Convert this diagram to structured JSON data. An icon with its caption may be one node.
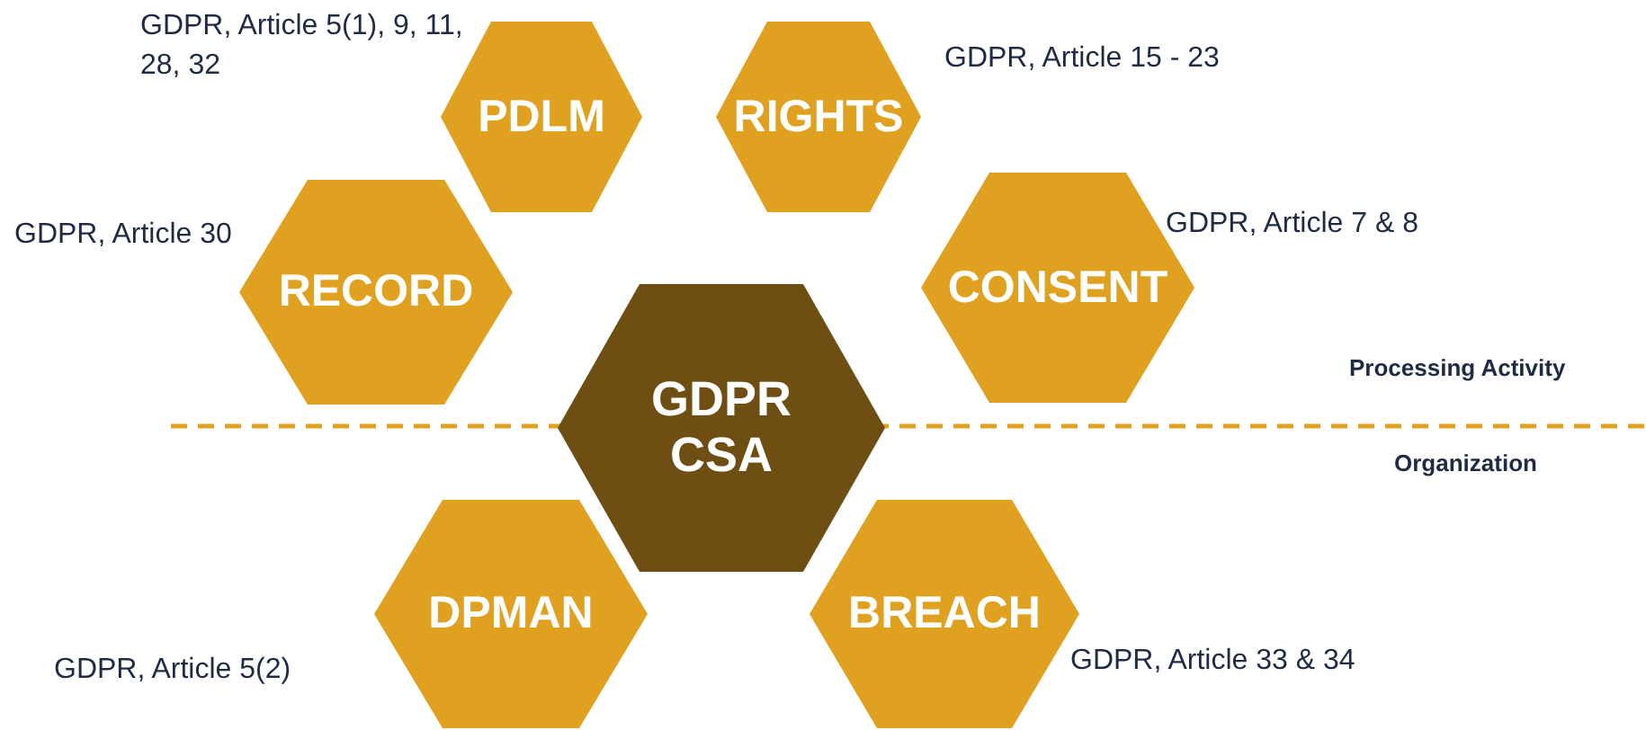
{
  "diagram": {
    "nodes": [
      {
        "text": [
          "PDLM"
        ],
        "beside": [
          "GDPR, Article 5(1), 9, 11, 28, 32"
        ]
      },
      {
        "text": [
          "RIGHTS"
        ],
        "beside": [
          "GDPR, Article 15 - 23"
        ]
      },
      {
        "text": [
          "RECORD"
        ],
        "beside": [
          "GDPR, Article 30"
        ]
      },
      {
        "text": [
          "CONSENT"
        ],
        "beside": [
          "GDPR, Article 7 & 8"
        ]
      },
      {
        "text": [
          "GDPR CSA"
        ]
      },
      {
        "text": [
          "DPMAN"
        ],
        "beside": [
          "GDPR, Article 5(2)"
        ]
      },
      {
        "text": [
          "BREACH"
        ],
        "beside": [
          "GDPR, Article 33 & 34"
        ]
      }
    ],
    "labels": [
      "Processing Activity",
      "Organization"
    ]
  }
}
